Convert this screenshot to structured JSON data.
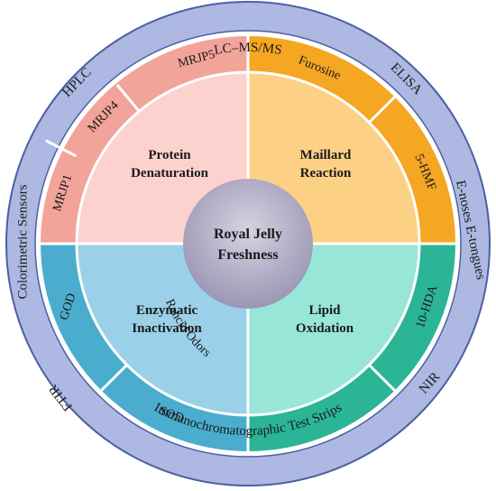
{
  "center": {
    "line1": "Royal Jelly",
    "line2": "Freshness"
  },
  "quadrants": {
    "protein": {
      "line1": "Protein",
      "line2": "Denaturation",
      "color": "#fcd2cf"
    },
    "maillard": {
      "line1": "Maillard",
      "line2": "Reaction",
      "color": "#fdd185"
    },
    "enzymatic": {
      "line1": "Enzymatic",
      "line2": "Inactivation",
      "color": "#9ad1e8"
    },
    "lipid": {
      "line1": "Lipid",
      "line2": "Oxidation",
      "color": "#98e6d8"
    }
  },
  "segments": {
    "mrjp1": "MRJP1",
    "mrjp4": "MRJP4",
    "mrjp5": "MRJP5",
    "furosine": "Furosine",
    "hmf": "5-HMF",
    "hda": "10-HDA",
    "rancid": "Rancid Odors",
    "sod": "SOD",
    "god": "GOD"
  },
  "methods": {
    "lcms": "LC–MS/MS",
    "elisa": "ELISA",
    "enoses": "E-noses E-tongues",
    "nir": "NIR",
    "immuno": "Immunochromatographic Test Strips",
    "ftir": "FTIR",
    "colorimetric": "Colorimetric Sensors",
    "hplc": "HPLC"
  },
  "colors": {
    "outer_ring": "#adb9e2",
    "outer_ring_stroke": "#4d5fa3",
    "protein_band": "#f2a49a",
    "maillard_band": "#f5a623",
    "enzymatic_band": "#4badcd",
    "lipid_band": "#2bb596",
    "center_circle": "#b5a9c6"
  }
}
